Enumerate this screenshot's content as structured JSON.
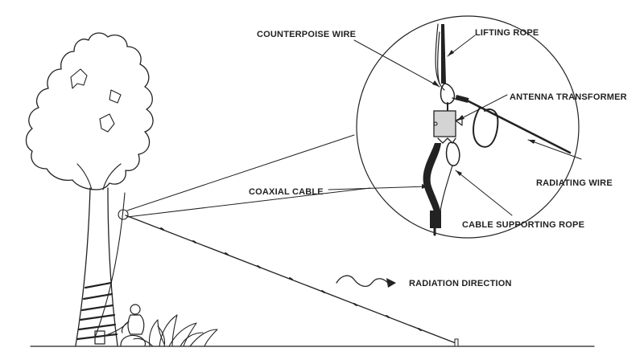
{
  "labels": {
    "counterpoise_wire": "COUNTERPOISE WIRE",
    "lifting_rope": "LIFTING ROPE",
    "antenna_transformer": "ANTENNA TRANSFORMER",
    "radiating_wire": "RADIATING WIRE",
    "coaxial_cable": "COAXIAL CABLE",
    "cable_supporting_rope": "CABLE SUPPORTING ROPE",
    "radiation_direction": "RADIATION DIRECTION"
  }
}
